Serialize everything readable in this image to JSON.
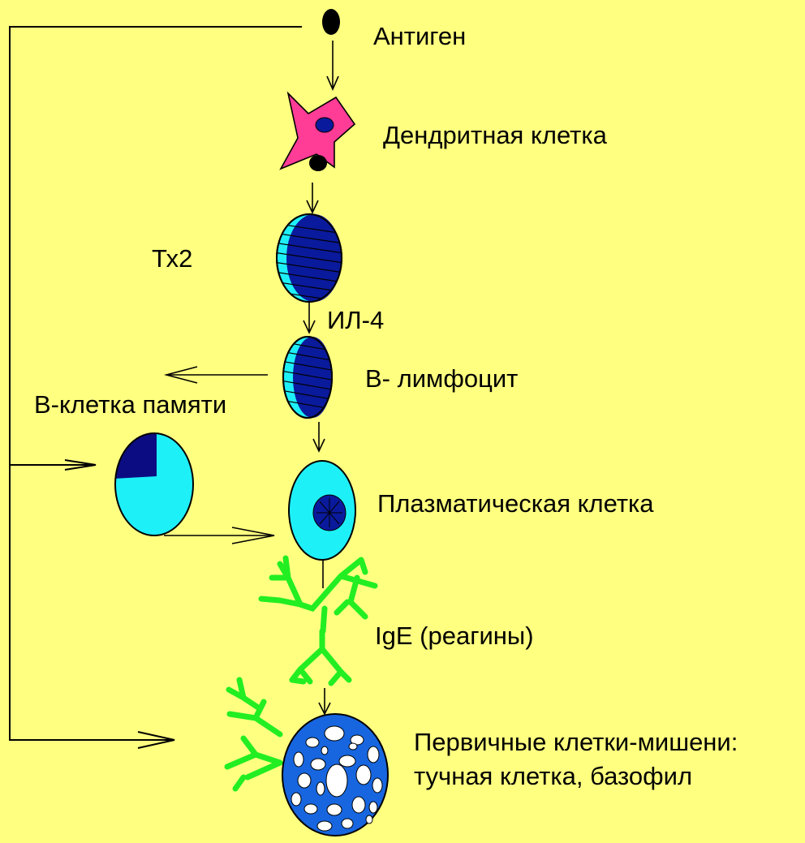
{
  "labels": {
    "antigen": "Антиген",
    "dendritic_cell": "Дендритная клетка",
    "th2": "Тх2",
    "il4": "ИЛ-4",
    "b_lymphocyte": "В- лимфоцит",
    "memory_b_cell": "В-клетка памяти",
    "plasma_cell": "Плазматическая клетка",
    "ige": "IgE (реагины)",
    "target_line1": "Первичные клетки-мишени:",
    "target_line2": "тучная клетка, базофил"
  },
  "colors": {
    "background": "#ffff80",
    "dendritic_cell": "#ff3c96",
    "cell_dark_blue": "#0a1a9c",
    "cell_cyan": "#1ef0f8",
    "memory_dark": "#0c0c82",
    "antibody_green": "#22ee22",
    "mast_cell_blue": "#1766e0",
    "granule_white": "#ffffff",
    "line": "#000000"
  }
}
